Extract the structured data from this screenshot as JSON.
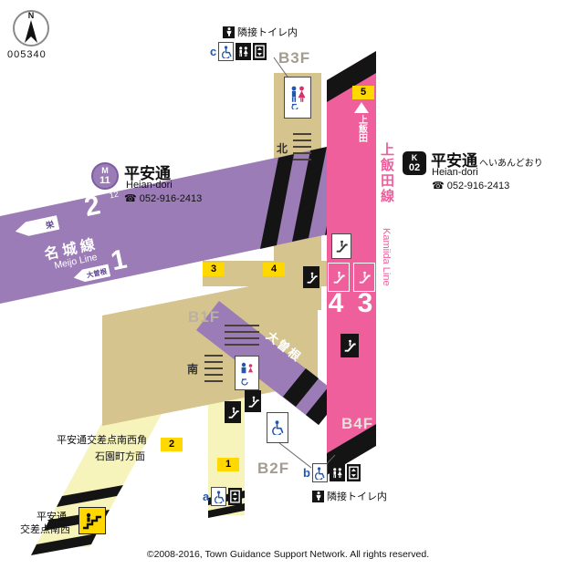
{
  "compass": {
    "n": "N",
    "code": "005340"
  },
  "top_note": "隣接トイレ内",
  "bottom_note": "隣接トイレ内",
  "entrances": {
    "a": "a",
    "b": "b",
    "c": "c"
  },
  "floors": {
    "b1f": "B1F",
    "b2f": "B2F",
    "b3f": "B3F",
    "b4f": "B4F"
  },
  "exits": {
    "e1": "1",
    "e2": "2",
    "e3": "3",
    "e4": "4",
    "e5": "5"
  },
  "meijo_station": {
    "logo_letter": "M",
    "logo_number": "11",
    "name": "平安通",
    "romaji": "Heian-dori",
    "phone": "☎ 052-916-2413"
  },
  "kamiida_station": {
    "logo_letter": "K",
    "logo_number": "02",
    "name": "平安通",
    "kana": "へいあんどおり",
    "romaji": "Heian-dori",
    "phone": "☎ 052-916-2413"
  },
  "meijo_line": {
    "name": "名城線",
    "en": "Meijo Line",
    "platform2": "2",
    "platform2_sub": "12",
    "platform1": "1",
    "dir_sakae": "栄",
    "dir_ozone": "大曽根"
  },
  "kamiida_line": {
    "name": "上飯田線",
    "en": "Kamiida Line",
    "platform4": "4",
    "platform3": "3",
    "dir_kamiida": "上飯田"
  },
  "map_labels": {
    "north": "北",
    "south": "南",
    "ozone_band": "大曽根",
    "sw_corner": "平安通交差点南西角",
    "ishizono": "石園町方面",
    "sw1": "平安通",
    "sw2": "交差点南西"
  },
  "colors": {
    "meijo_purple": "#9b7cb6",
    "kamiida_pink": "#ee5f9c",
    "concourse": "#d5c48e",
    "corridor": "#f6f3bb",
    "exit_yellow": "#ffd800"
  },
  "footer": "©2008-2016, Town Guidance Support Network. All rights reserved."
}
